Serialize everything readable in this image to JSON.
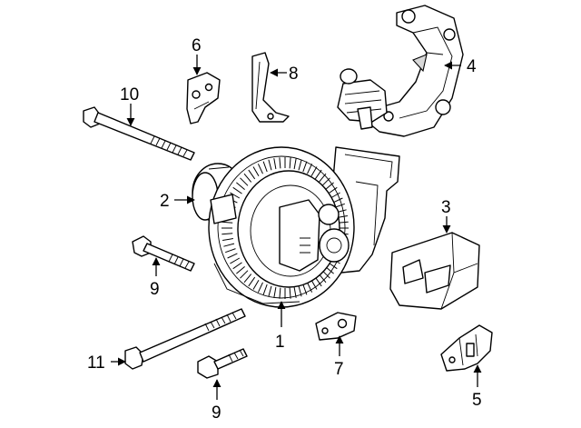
{
  "callouts": [
    {
      "id": "1",
      "text": "1"
    },
    {
      "id": "2",
      "text": "2"
    },
    {
      "id": "3",
      "text": "3"
    },
    {
      "id": "4",
      "text": "4"
    },
    {
      "id": "5",
      "text": "5"
    },
    {
      "id": "6",
      "text": "6"
    },
    {
      "id": "7",
      "text": "7"
    },
    {
      "id": "8",
      "text": "8"
    },
    {
      "id": "9a",
      "text": "9"
    },
    {
      "id": "9b",
      "text": "9"
    },
    {
      "id": "10",
      "text": "10"
    },
    {
      "id": "11",
      "text": "11"
    }
  ]
}
